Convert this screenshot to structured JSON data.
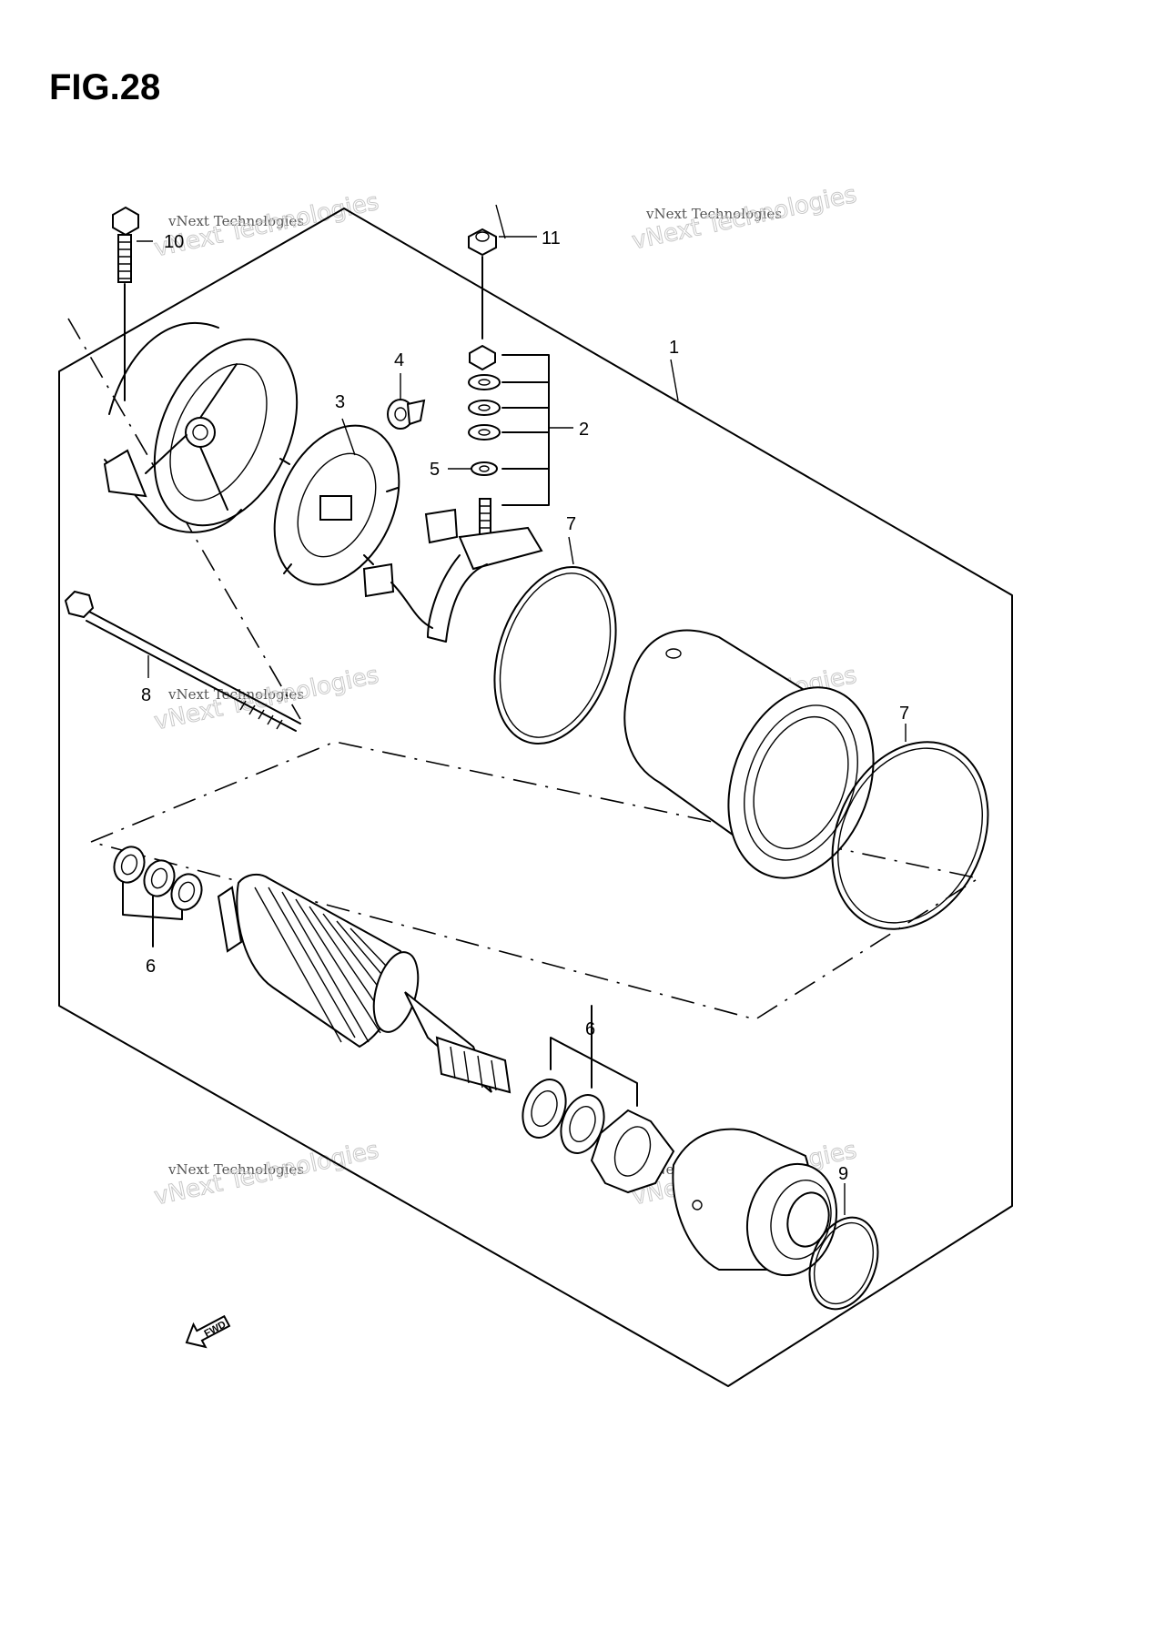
{
  "figure": {
    "title": "FIG.28"
  },
  "callouts": {
    "c1": "1",
    "c2": "2",
    "c3": "3",
    "c4": "4",
    "c5": "5",
    "c6a": "6",
    "c6b": "6",
    "c7a": "7",
    "c7b": "7",
    "c8": "8",
    "c9": "9",
    "c10": "10",
    "c11": "11"
  },
  "direction_marker": {
    "label": "FWD"
  },
  "watermark": {
    "line1": "vNext Technologies",
    "line2": "vNext Technologies"
  }
}
